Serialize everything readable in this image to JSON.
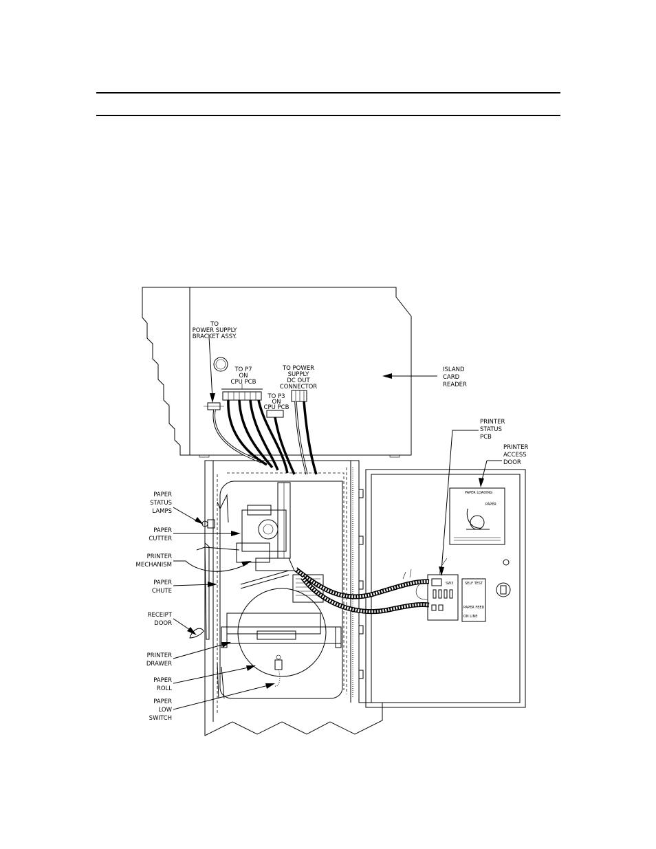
{
  "labels": {
    "to_power_supply_bracket": [
      "TO",
      "POWER SUPPLY",
      "BRACKET ASSY."
    ],
    "to_p7": [
      "TO P7",
      "ON",
      "CPU PCB"
    ],
    "to_power_supply_dc": [
      "TO POWER",
      "SUPPLY",
      "DC OUT",
      "CONNECTOR"
    ],
    "to_p3": [
      "TO P3",
      "ON",
      "CPU PCB"
    ],
    "island_card_reader": [
      "ISLAND",
      "CARD",
      "READER"
    ],
    "printer_status_pcb": [
      "PRINTER",
      "STATUS",
      "PCB"
    ],
    "printer_access_door": [
      "PRINTER",
      "ACCESS",
      "DOOR"
    ],
    "paper_status_lamps": [
      "PAPER",
      "STATUS",
      "LAMPS"
    ],
    "paper_cutter": [
      "PAPER",
      "CUTTER"
    ],
    "printer_mechanism": [
      "PRINTER",
      "MECHANISM"
    ],
    "paper_chute": [
      "PAPER",
      "CHUTE"
    ],
    "receipt_door": [
      "RECEIPT",
      "DOOR"
    ],
    "printer_drawer": [
      "PRINTER",
      "DRAWER"
    ],
    "paper_roll": [
      "PAPER",
      "ROLL"
    ],
    "paper_low_switch": [
      "PAPER",
      "LOW",
      "SWITCH"
    ]
  },
  "pcb_labels": {
    "sw3": "SW3",
    "self_test": "SELF TEST",
    "paper_feed": "PAPER FEED",
    "on_line": "ON LINE",
    "paper_loading": "PAPER LOADING",
    "paper": "PAPER"
  }
}
